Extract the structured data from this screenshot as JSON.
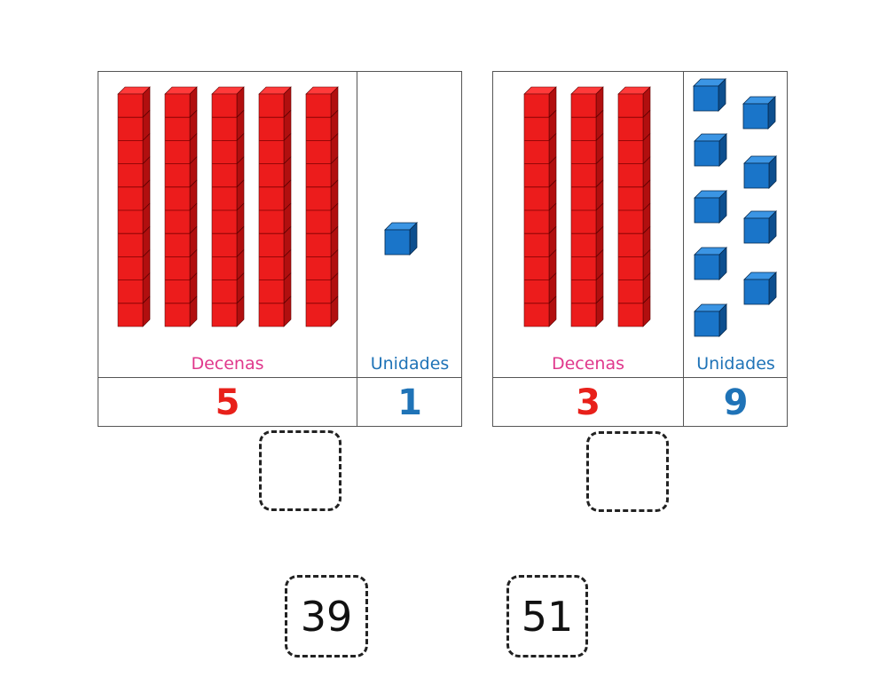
{
  "cards": [
    {
      "tens_label": "Decenas",
      "units_label": "Unidades",
      "tens_value": "5",
      "units_value": "1",
      "tens_count": 5,
      "units_count": 1
    },
    {
      "tens_label": "Decenas",
      "units_label": "Unidades",
      "tens_value": "3",
      "units_value": "9",
      "tens_count": 3,
      "units_count": 9
    }
  ],
  "answer_tiles": [
    "39",
    "51"
  ],
  "colors": {
    "rod_front": "#ec1c1c",
    "rod_side": "#b10f0f",
    "rod_top": "#ff3a3a",
    "cube_front": "#1a75c9",
    "cube_side": "#0d4f8f",
    "cube_top": "#3b95e4",
    "tens_label": "#e0388c",
    "units_label": "#1f73b7",
    "tens_number": "#e8201a",
    "units_number": "#1f73b7"
  }
}
